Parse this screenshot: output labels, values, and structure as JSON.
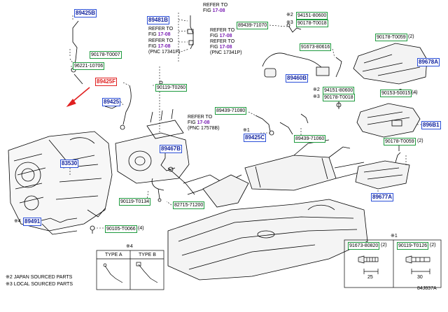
{
  "parts": {
    "p89425b": "89425B",
    "p89425r": "89425F",
    "p89425": "89425",
    "p90178t0007": "90178-T0007",
    "p96221": "96221-10706",
    "p90119t0260": "90119-T0260",
    "p89481b": "89481B",
    "p89439_71070": "89439-71070",
    "p94151_80600a": "94151-80600",
    "p90178t0018a": "90178-T0018",
    "p91673_80616": "91673-80616",
    "p89460b": "89460B",
    "p94151_80600b": "94151-80600",
    "p90178t0018b": "90178-T0018",
    "p89439_71080": "89439-71080",
    "p89425c": "89425C",
    "p89439_71060": "89439-71060",
    "p89467b": "89467B",
    "p83530": "83530",
    "p90119t0134": "90119-T0134",
    "p82715": "82715-71200",
    "p89491": "89491",
    "p90105t0066": "90105-T0066",
    "p90178t0059a": "90178-T0059",
    "p89678a": "89678A",
    "p90153_50015": "90153-50015",
    "p896b1": "896B1",
    "p90178t0059b": "90178-T0059",
    "p89677a": "89677A",
    "p91673_80820": "91673-80820",
    "p90119t0126": "90119-T0126"
  },
  "qty": {
    "q2": "(2)",
    "q4": "(4)",
    "q2b": "(2)",
    "q2c": "(2)",
    "q2d": "(2)"
  },
  "refs": {
    "refer_to": "REFER TO",
    "fig_prefix": "FIG",
    "fig_num": "17-08",
    "pnc_17341p": "(PNC 17341P)",
    "pnc_17578b": "(PNC 17578B)"
  },
  "marks": {
    "m1": "※1",
    "m2": "※2",
    "m3": "※3",
    "m4": "※4"
  },
  "type_box": {
    "title": "※4",
    "type_a": "TYPE A",
    "type_b": "TYPE B"
  },
  "bolt_box": {
    "title": "※1",
    "dim_a": "25",
    "dim_b": "30"
  },
  "legend": {
    "l2": "※2 JAPAN SOURCED PARTS",
    "l3": "※3 LOCAL SOURCED PARTS"
  },
  "diagram_id": "84J837A",
  "colors": {
    "blue_box": "#2b4fd8",
    "green_box": "#1e9a3e",
    "red_highlight": "#e02020",
    "fig_purple": "#7a1fb4"
  }
}
